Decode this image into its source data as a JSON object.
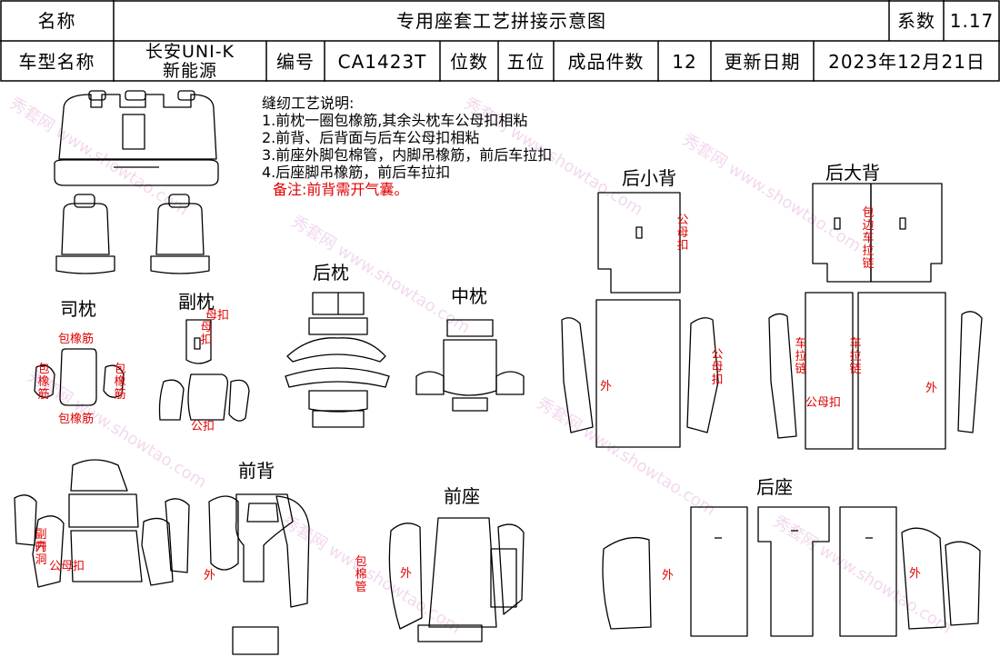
{
  "header": {
    "name_label": "名称",
    "title": "专用座套工艺拼接示意图",
    "coef_label": "系数",
    "coef_value": "1.17",
    "model_label": "车型名称",
    "model_line1": "长安UNI-K",
    "model_line2": "新能源",
    "code_label": "编号",
    "code_value": "CA1423T",
    "seats_label": "位数",
    "seats_value": "五位",
    "pieces_label": "成品件数",
    "pieces_value": "12",
    "date_label": "更新日期",
    "date_value": "2023年12月21日"
  },
  "notes": {
    "title": "缝纫工艺说明:",
    "items": [
      "1.前枕一圈包橡筋,其余头枕车公母扣相粘",
      "2.前背、后背面与后车公母扣相粘",
      "3.前座外脚包棉管，内脚吊橡筋，前后车拉扣",
      "4.后座脚吊橡筋，前后车拉扣"
    ],
    "remark": "备注:前背需开气囊。"
  },
  "sections": {
    "driver_headrest": "司枕",
    "passenger_headrest": "副枕",
    "rear_headrest": "后枕",
    "middle_headrest": "中枕",
    "rear_small_back": "后小背",
    "rear_big_back": "后大背",
    "front_back": "前背",
    "front_seat": "前座",
    "rear_seat": "后座"
  },
  "annotations": {
    "wrap_elastic": "包橡筋",
    "female_snap": "母扣",
    "male_snap": "公扣",
    "male_female_snap": "公母扣",
    "outer": "外",
    "zipper_wrap": "包边车拉链",
    "sew_zipper": "车拉链",
    "wrap_cotton_tube": "包棉管",
    "passenger_inner": "副内",
    "open": "开洞"
  },
  "watermark": "秀套网 www.showtao.com",
  "colors": {
    "line": "#000000",
    "annotation": "#e00000",
    "watermark": "#e9b9e2"
  }
}
